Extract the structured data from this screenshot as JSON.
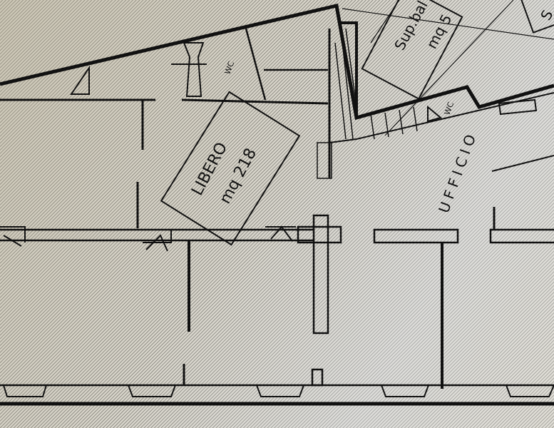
{
  "plan": {
    "room_libero": {
      "name": "LIBERO",
      "area": "mq 218"
    },
    "balcony": {
      "name": "Sup.bal",
      "area": "mq 5"
    },
    "partial_label": "S",
    "office": {
      "name": "UFFICIO"
    },
    "wc_labels": [
      "WC",
      "WC"
    ]
  },
  "colors": {
    "paper": "#d9d6cc",
    "ink": "#111111"
  }
}
